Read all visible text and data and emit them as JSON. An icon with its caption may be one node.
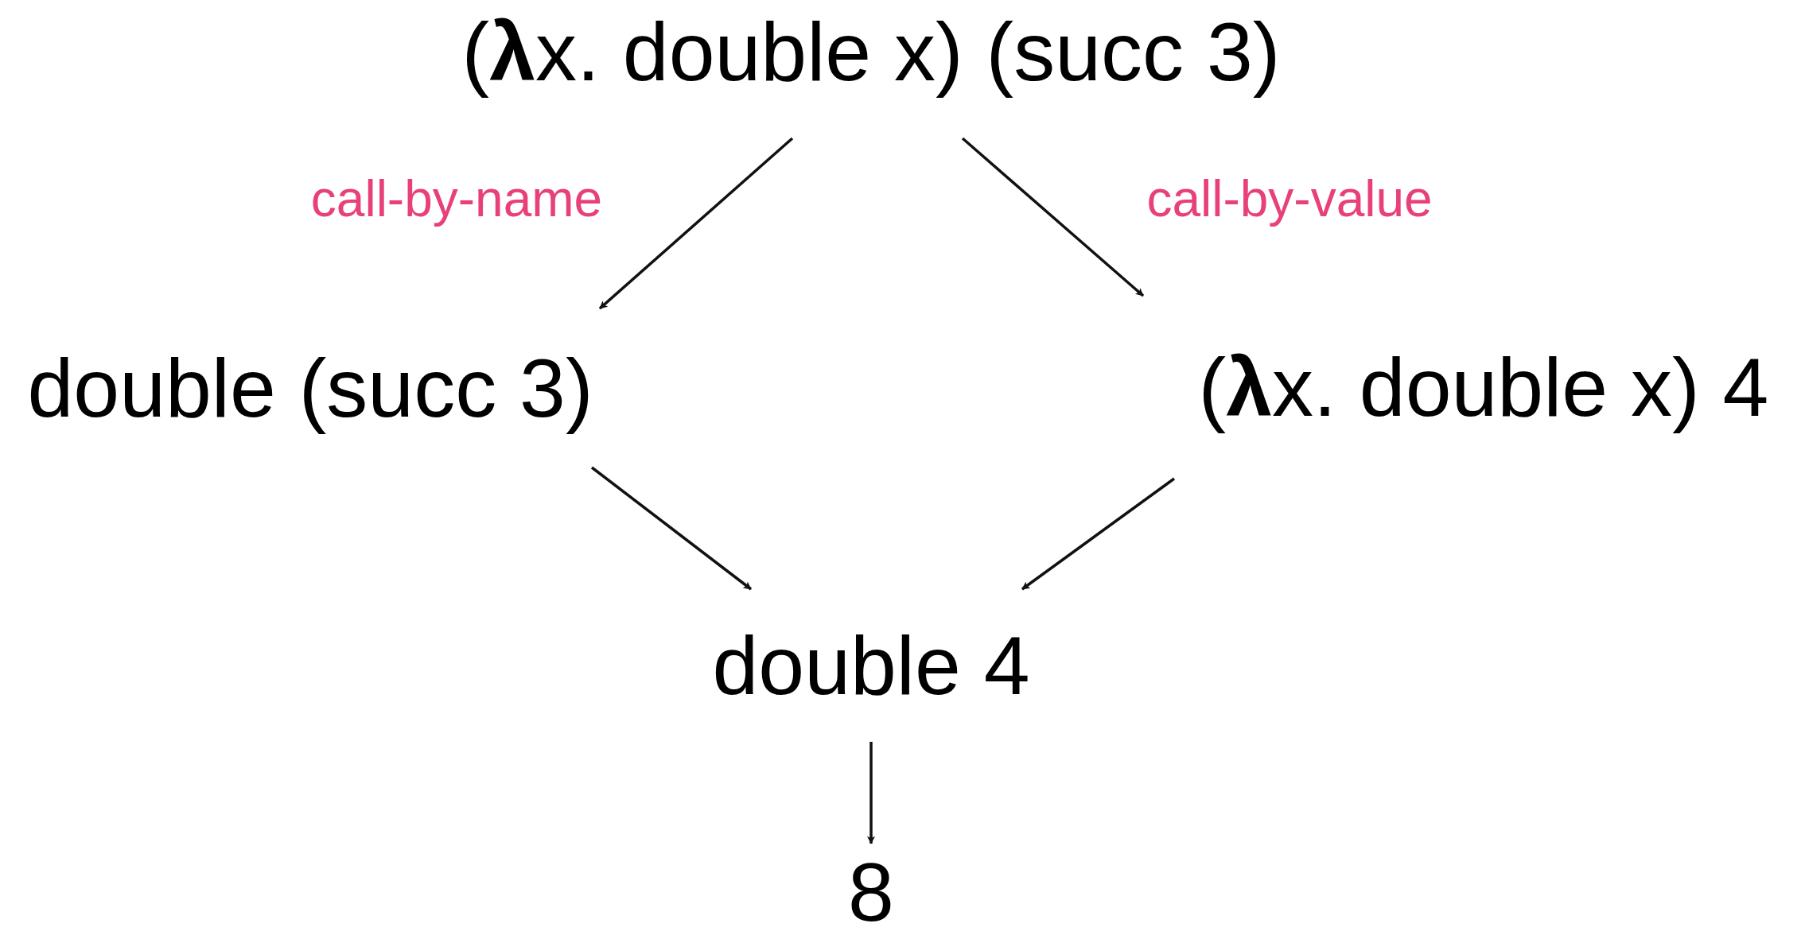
{
  "diagram": {
    "nodes": [
      {
        "text": [
          "(**λ**x. double x) (succ 3)"
        ]
      },
      {
        "text": [
          "double (succ 3)"
        ]
      },
      {
        "text": [
          "(**λ**x. double x) 4"
        ]
      },
      {
        "text": [
          "double 4"
        ]
      },
      {
        "text": [
          "8"
        ]
      }
    ],
    "edges": [
      {
        "from": 0,
        "to": 1,
        "arrow": "to",
        "label": "call-by-name"
      },
      {
        "from": 0,
        "to": 2,
        "arrow": "to",
        "label": "call-by-value"
      },
      {
        "from": 1,
        "to": 3,
        "arrow": "to"
      },
      {
        "from": 2,
        "to": 3,
        "arrow": "to"
      },
      {
        "from": 3,
        "to": 4,
        "arrow": "to"
      }
    ]
  }
}
